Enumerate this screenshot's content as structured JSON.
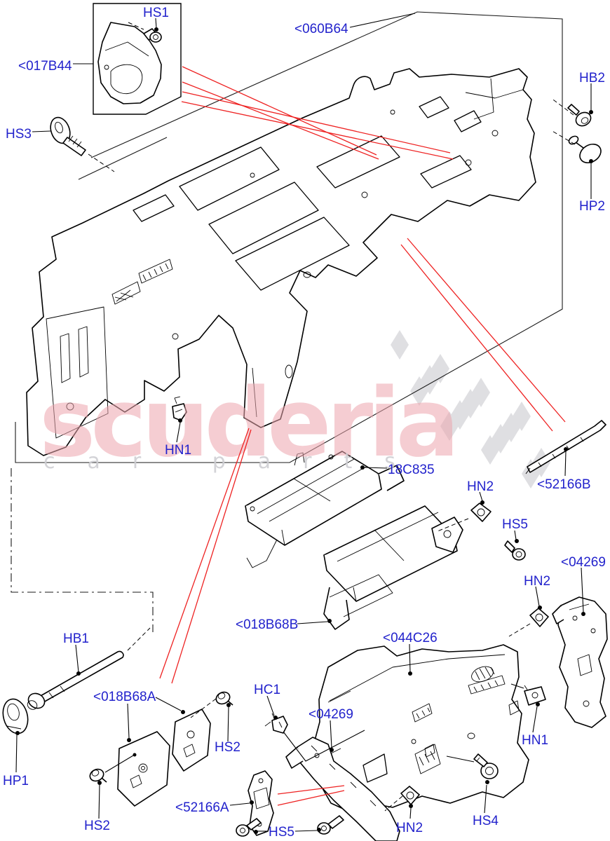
{
  "diagram": {
    "title_watermark": {
      "brand": "scuderia",
      "tagline": "car parts"
    },
    "part_labels": {
      "hs1": "HS1",
      "b017b44": "<017B44",
      "b060b64": "<060B64",
      "hb2": "HB2",
      "hs3": "HS3",
      "hp2": "HP2",
      "hn1a": "HN1",
      "p18c835": "18C835",
      "hn2a": "HN2",
      "b52166b": "<52166B",
      "hs5a": "HS5",
      "b04269a": "<04269",
      "hn2b": "HN2",
      "b018b68b": "<018B68B",
      "b044c26": "<044C26",
      "hb1": "HB1",
      "b018b68a": "<018B68A",
      "hc1": "HC1",
      "hs2b": "HS2",
      "b04269b": "<04269",
      "hp1": "HP1",
      "hs2a": "HS2",
      "b52166a": "<52166A",
      "hs5b": "HS5",
      "hn2c": "HN2",
      "hs4": "HS4",
      "hn1b": "HN1"
    }
  },
  "colors": {
    "label_blue": "#2222cc",
    "leader_black": "#000000",
    "red_line": "#ee2222",
    "watermark_pink": "#eda6ae",
    "watermark_grey": "#cfcfd3",
    "flag_grey": "#dfdfe2",
    "background": "#ffffff"
  }
}
